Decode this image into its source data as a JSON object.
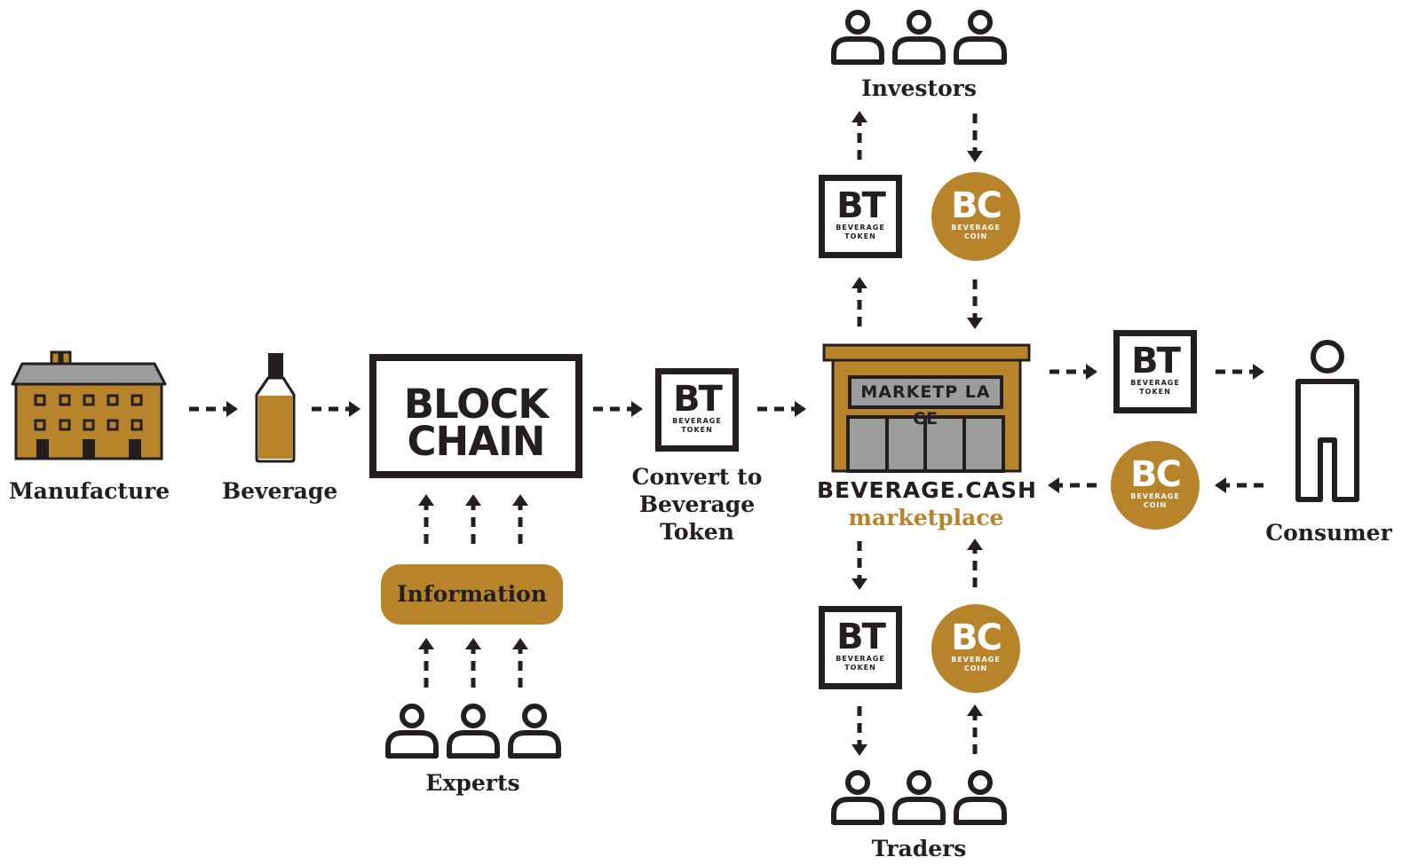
{
  "colors": {
    "gold": "#b8842b",
    "ink": "#231f20",
    "grey": "#9d9d9d",
    "white": "#ffffff"
  },
  "icons": [
    "factory-icon",
    "bottle-icon",
    "person-icon",
    "store-icon",
    "arrow-icon"
  ],
  "nodes": {
    "manufacture": {
      "label": "Manufacture"
    },
    "beverage": {
      "label": "Beverage"
    },
    "blockchain": {
      "line1": "BLOCK",
      "line2": "CHAIN"
    },
    "convert": {
      "line1": "Convert to",
      "line2": "Beverage",
      "line3": "Token"
    },
    "information": {
      "label": "Information"
    },
    "experts": {
      "label": "Experts"
    },
    "investors": {
      "label": "Investors"
    },
    "traders": {
      "label": "Traders"
    },
    "consumer": {
      "label": "Consumer"
    },
    "marketplace": {
      "sign": "MARKETP  LA CE",
      "brand": "BEVERAGE.CASH",
      "sub": "marketplace"
    }
  },
  "token": {
    "abbr": "BT",
    "word1": "BEVERAGE",
    "word2": "TOKEN"
  },
  "coin": {
    "abbr": "BC",
    "word1": "BEVERAGE",
    "word2": "COIN"
  }
}
